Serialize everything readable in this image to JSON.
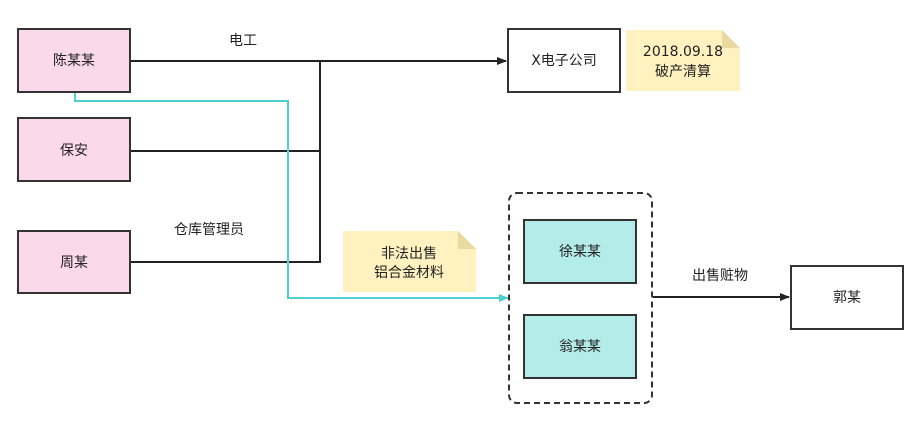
{
  "colors": {
    "person_fill": "#f9d9ea",
    "buyer_fill": "#b3ece8",
    "company_fill": "#ffffff",
    "note_fill": "#fff2c0",
    "border": "#333333",
    "edge_dark": "#222222",
    "edge_cyan": "#4fcfd1"
  },
  "nodes": {
    "chen": "陈某某",
    "baoan": "保安",
    "zhou": "周某",
    "company": "X电子公司",
    "xu": "徐某某",
    "weng": "翁某某",
    "guo": "郭某"
  },
  "notes": {
    "company_note": [
      "2018.09.18",
      "破产清算"
    ],
    "sale_note": [
      "非法出售",
      "铝合金材料"
    ]
  },
  "edge_labels": {
    "electrician": "电工",
    "warehouse_admin": "仓库管理员",
    "sell_stolen": "出售赃物"
  }
}
